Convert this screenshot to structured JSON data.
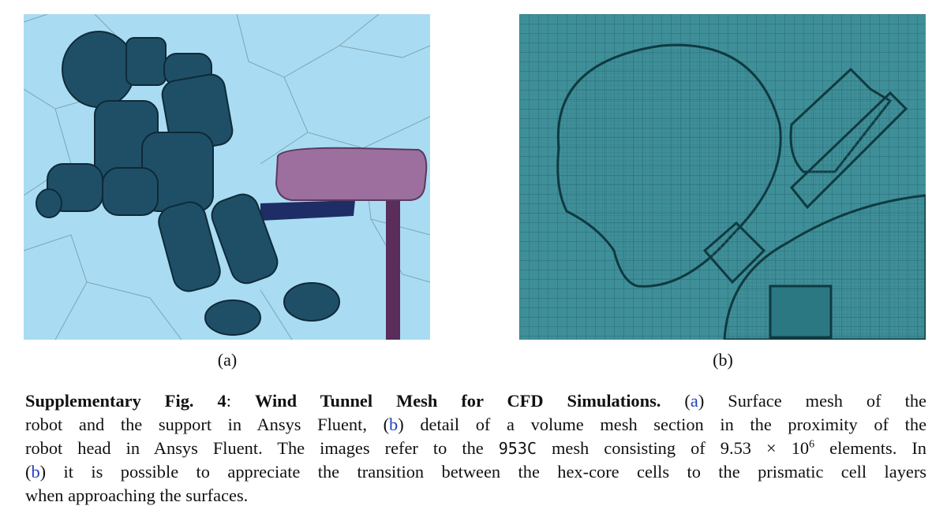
{
  "figure": {
    "label_a": "(a)",
    "label_b": "(b)",
    "caption": {
      "prefix": "Supplementary Fig. 4",
      "colon": ":",
      "title": "Wind Tunnel Mesh for CFD Simulations.",
      "line1_open": "(",
      "ref_a": "a",
      "line1_rest": ") Surface mesh of the",
      "line2_a": "robot and the support in Ansys Fluent, (",
      "ref_b1": "b",
      "line2_b": ") detail of a volume mesh section in the proximity of the",
      "line3_a": "robot head in Ansys Fluent. The images refer to the ",
      "mesh_name": "953C",
      "line3_b": " mesh consisting of 9.53 × 10",
      "exponent": "6",
      "line3_c": " elements. In",
      "line4_open": "(",
      "ref_b2": "b",
      "line4_rest": ") it is possible to appreciate the transition between the hex-core cells to the prismatic cell layers",
      "line5": "when approaching the surfaces."
    },
    "colors": {
      "surface_bg": "#a9dcf2",
      "robot": "#1f4f66",
      "support_pad": "#9c6f9e",
      "support_post": "#5a2d5a",
      "volume_mesh": "#3f8f99",
      "ref_link": "#1f3fbf"
    }
  }
}
